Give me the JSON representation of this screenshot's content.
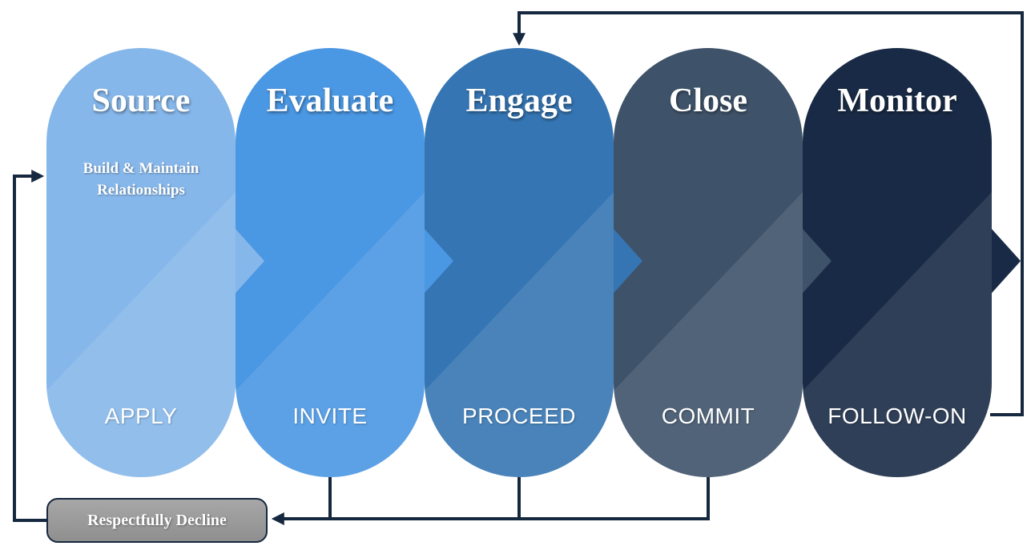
{
  "stages": [
    {
      "title": "Source",
      "subtitle_lines": [
        "Build & Maintain",
        "Relationships"
      ],
      "action": "APPLY",
      "color": "#86b7ea"
    },
    {
      "title": "Evaluate",
      "subtitle_lines": [],
      "action": "INVITE",
      "color": "#4a97e3"
    },
    {
      "title": "Engage",
      "subtitle_lines": [],
      "action": "PROCEED",
      "color": "#3575b3"
    },
    {
      "title": "Close",
      "subtitle_lines": [],
      "action": "COMMIT",
      "color": "#3e5269"
    },
    {
      "title": "Monitor",
      "subtitle_lines": [],
      "action": "FOLLOW-ON",
      "color": "#182a45"
    }
  ],
  "decline": {
    "label": "Respectfully Decline"
  },
  "colors": {
    "connector": "#16283f",
    "decline_fill": "#9c9c9c"
  }
}
